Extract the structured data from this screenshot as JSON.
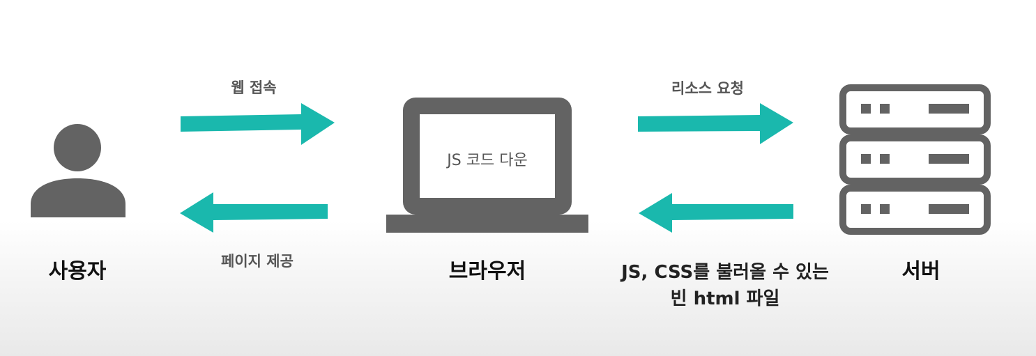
{
  "colors": {
    "accent": "#1ab8ad",
    "icon": "#636363",
    "screen": "#ffffff"
  },
  "icons": {
    "user": "person-icon",
    "browser": "laptop-icon",
    "server": "server-icon"
  },
  "nodes": {
    "user": "사용자",
    "browser": "브라우저",
    "server": "서버"
  },
  "browser_screen_text": "JS 코드 다운",
  "arrows": {
    "user_to_browser": "웹 접속",
    "browser_to_user": "페이지 제공",
    "browser_to_server": "리소스 요청",
    "server_to_browser_line1": "JS, CSS를 불러올 수 있는",
    "server_to_browser_line2": "빈 html 파일"
  }
}
